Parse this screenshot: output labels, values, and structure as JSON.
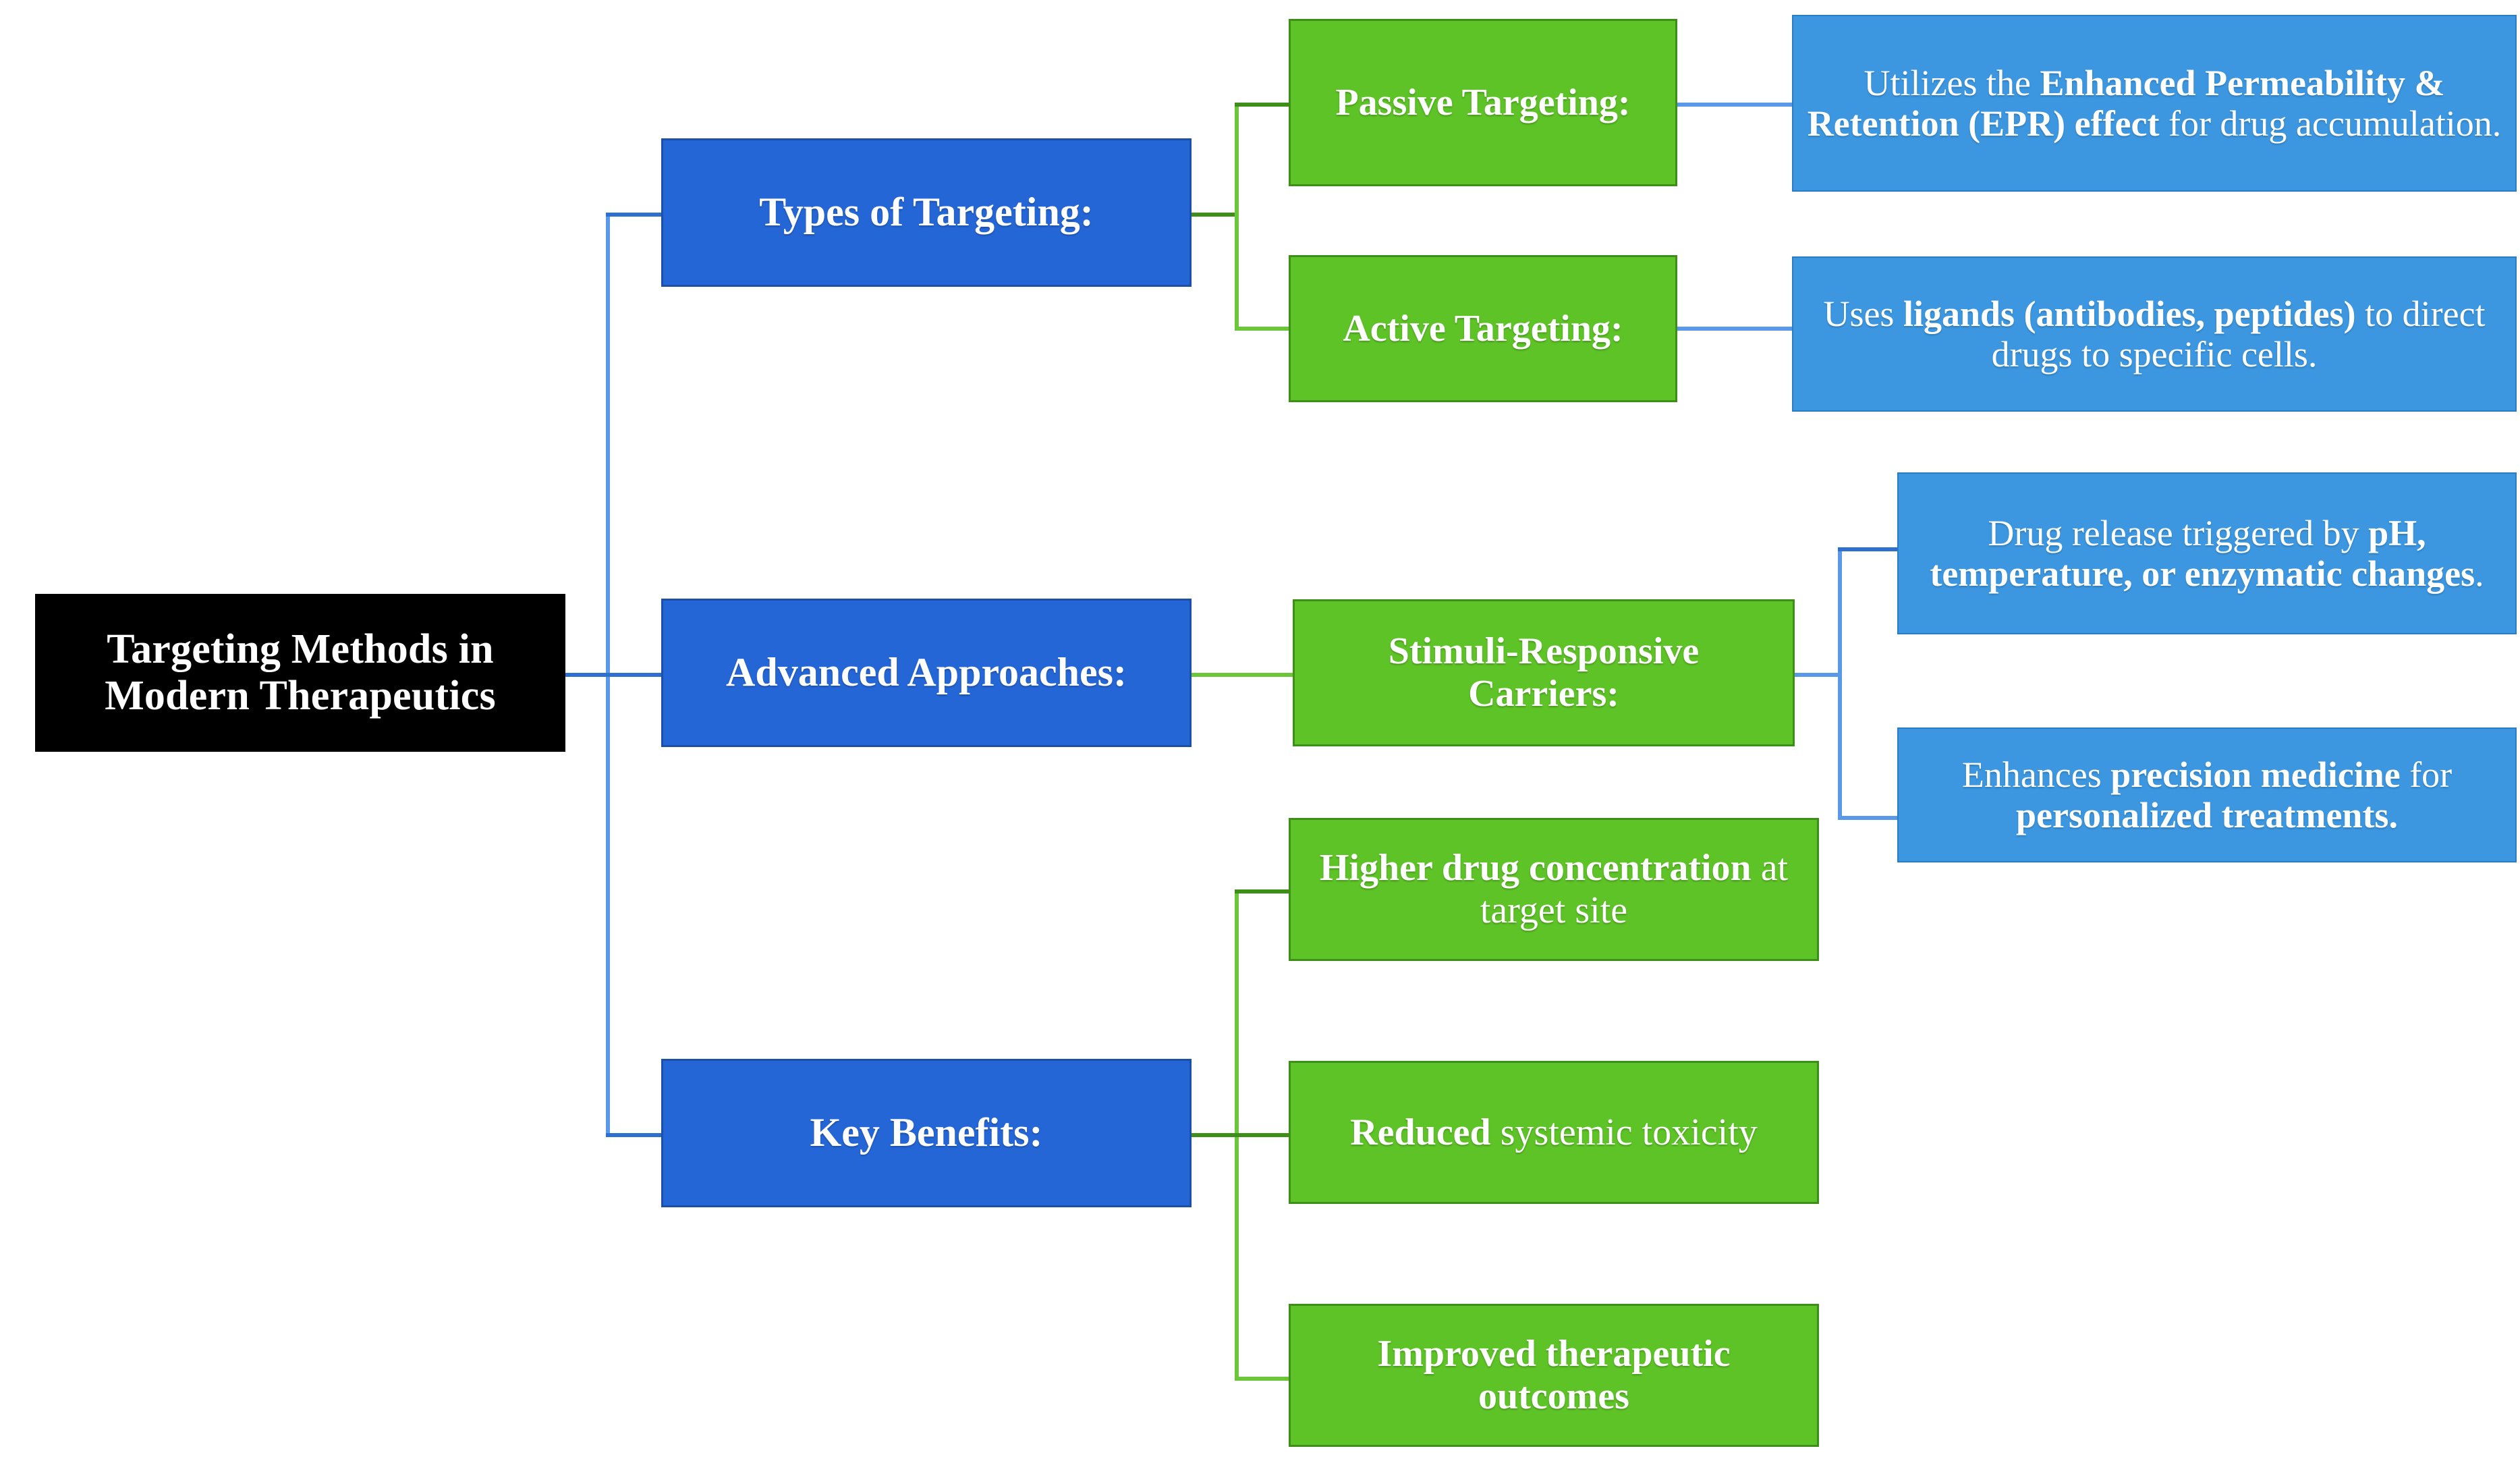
{
  "diagram": {
    "title": "Targeting Methods in Modern Therapeutics",
    "type": "hierarchical mind map / tree diagram",
    "colors": {
      "root_bg": "#000000",
      "category_bg": "#2566d6",
      "category_border": "#1b4fa8",
      "subnode_bg": "#5ec327",
      "subnode_border": "#3e8f19",
      "detail_bg": "#3c97e0",
      "detail_border": "#2a7cc4",
      "text": "#ffffff",
      "connector_blue": "#2f6fd0",
      "connector_green": "#6cc63a",
      "background": "#ffffff"
    }
  },
  "root": {
    "label": "Targeting Methods in Modern Therapeutics",
    "line1": "Targeting Methods in",
    "line2": "Modern Therapeutics"
  },
  "branches": [
    {
      "id": "types-of-targeting",
      "label": "Types of Targeting:",
      "children": [
        {
          "id": "passive-targeting",
          "label": "Passive Targeting:",
          "details": [
            {
              "id": "epr-effect",
              "full": "Utilizes the Enhanced Permeability & Retention (EPR) effect for drug accumulation.",
              "parts": [
                {
                  "text": "Utilizes the ",
                  "bold": false
                },
                {
                  "text": "Enhanced Permeability & Retention (EPR) effect",
                  "bold": true
                },
                {
                  "text": " for drug accumulation.",
                  "bold": false
                }
              ]
            }
          ]
        },
        {
          "id": "active-targeting",
          "label": "Active Targeting:",
          "details": [
            {
              "id": "ligands",
              "full": "Uses ligands (antibodies, peptides) to direct drugs to specific cells.",
              "parts": [
                {
                  "text": "Uses ",
                  "bold": false
                },
                {
                  "text": "ligands (antibodies, peptides)",
                  "bold": true
                },
                {
                  "text": " to direct drugs to specific cells.",
                  "bold": false
                }
              ]
            }
          ]
        }
      ]
    },
    {
      "id": "advanced-approaches",
      "label": "Advanced Approaches:",
      "children": [
        {
          "id": "stimuli-responsive-carriers",
          "label": "Stimuli-Responsive Carriers:",
          "line1": "Stimuli-Responsive",
          "line2": "Carriers:",
          "details": [
            {
              "id": "triggered-release",
              "full": "Drug release triggered by pH, temperature, or enzymatic changes.",
              "parts": [
                {
                  "text": "Drug release triggered by ",
                  "bold": false
                },
                {
                  "text": "pH, temperature, or enzymatic changes",
                  "bold": true
                },
                {
                  "text": ".",
                  "bold": false
                }
              ]
            },
            {
              "id": "precision-medicine",
              "full": "Enhances precision medicine for personalized treatments.",
              "parts": [
                {
                  "text": "Enhances ",
                  "bold": false
                },
                {
                  "text": "precision medicine",
                  "bold": true
                },
                {
                  "text": " for ",
                  "bold": false
                },
                {
                  "text": "personalized treatments.",
                  "bold": true
                }
              ]
            }
          ]
        }
      ]
    },
    {
      "id": "key-benefits",
      "label": "Key Benefits:",
      "children": [
        {
          "id": "higher-drug-concentration",
          "label": "Higher drug concentration at target site",
          "parts": [
            {
              "text": "Higher drug concentration",
              "bold": true
            },
            {
              "text": " at target site",
              "bold": false
            }
          ],
          "details": []
        },
        {
          "id": "reduced-systemic-toxicity",
          "label": "Reduced systemic toxicity",
          "parts": [
            {
              "text": "Reduced",
              "bold": true
            },
            {
              "text": " systemic toxicity",
              "bold": false
            }
          ],
          "details": []
        },
        {
          "id": "improved-therapeutic-outcomes",
          "label": "Improved therapeutic outcomes",
          "parts": [
            {
              "text": "Improved therapeutic outcomes",
              "bold": true
            }
          ],
          "details": []
        }
      ]
    }
  ]
}
